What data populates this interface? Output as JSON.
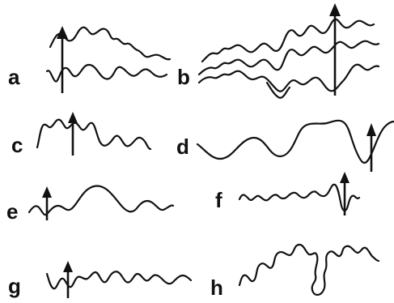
{
  "panels": [
    {
      "label": "a"
    },
    {
      "label": "b"
    },
    {
      "label": "c"
    },
    {
      "label": "d"
    },
    {
      "label": "e"
    },
    {
      "label": "f"
    },
    {
      "label": "g"
    },
    {
      "label": "h"
    }
  ],
  "colors": {
    "ink": "#111111",
    "background": "#ffffff"
  }
}
